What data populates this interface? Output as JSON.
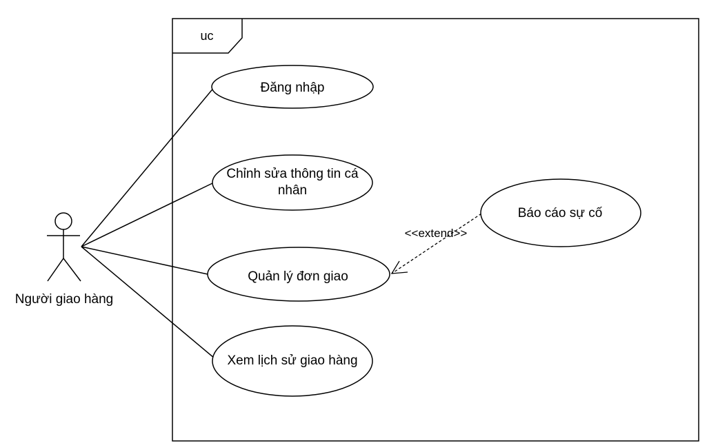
{
  "frame": {
    "label": "uc"
  },
  "actor": {
    "name": "Người giao hàng",
    "icon": "stick-figure-icon"
  },
  "use_cases": [
    {
      "id": "login",
      "lines": [
        "Đăng nhập"
      ]
    },
    {
      "id": "edit-profile",
      "lines": [
        "Chỉnh sửa thông tin cá",
        "nhân"
      ]
    },
    {
      "id": "manage-orders",
      "lines": [
        "Quản lý đơn giao"
      ]
    },
    {
      "id": "delivery-history",
      "lines": [
        "Xem lịch sử giao hàng"
      ]
    },
    {
      "id": "report-incident",
      "lines": [
        "Báo cáo sự cố"
      ]
    }
  ],
  "relations": [
    {
      "type": "association",
      "from": "actor",
      "to": "login"
    },
    {
      "type": "association",
      "from": "actor",
      "to": "edit-profile"
    },
    {
      "type": "association",
      "from": "actor",
      "to": "manage-orders"
    },
    {
      "type": "association",
      "from": "actor",
      "to": "delivery-history"
    },
    {
      "type": "extend",
      "from": "report-incident",
      "to": "manage-orders",
      "label": "<<extend>>"
    }
  ]
}
